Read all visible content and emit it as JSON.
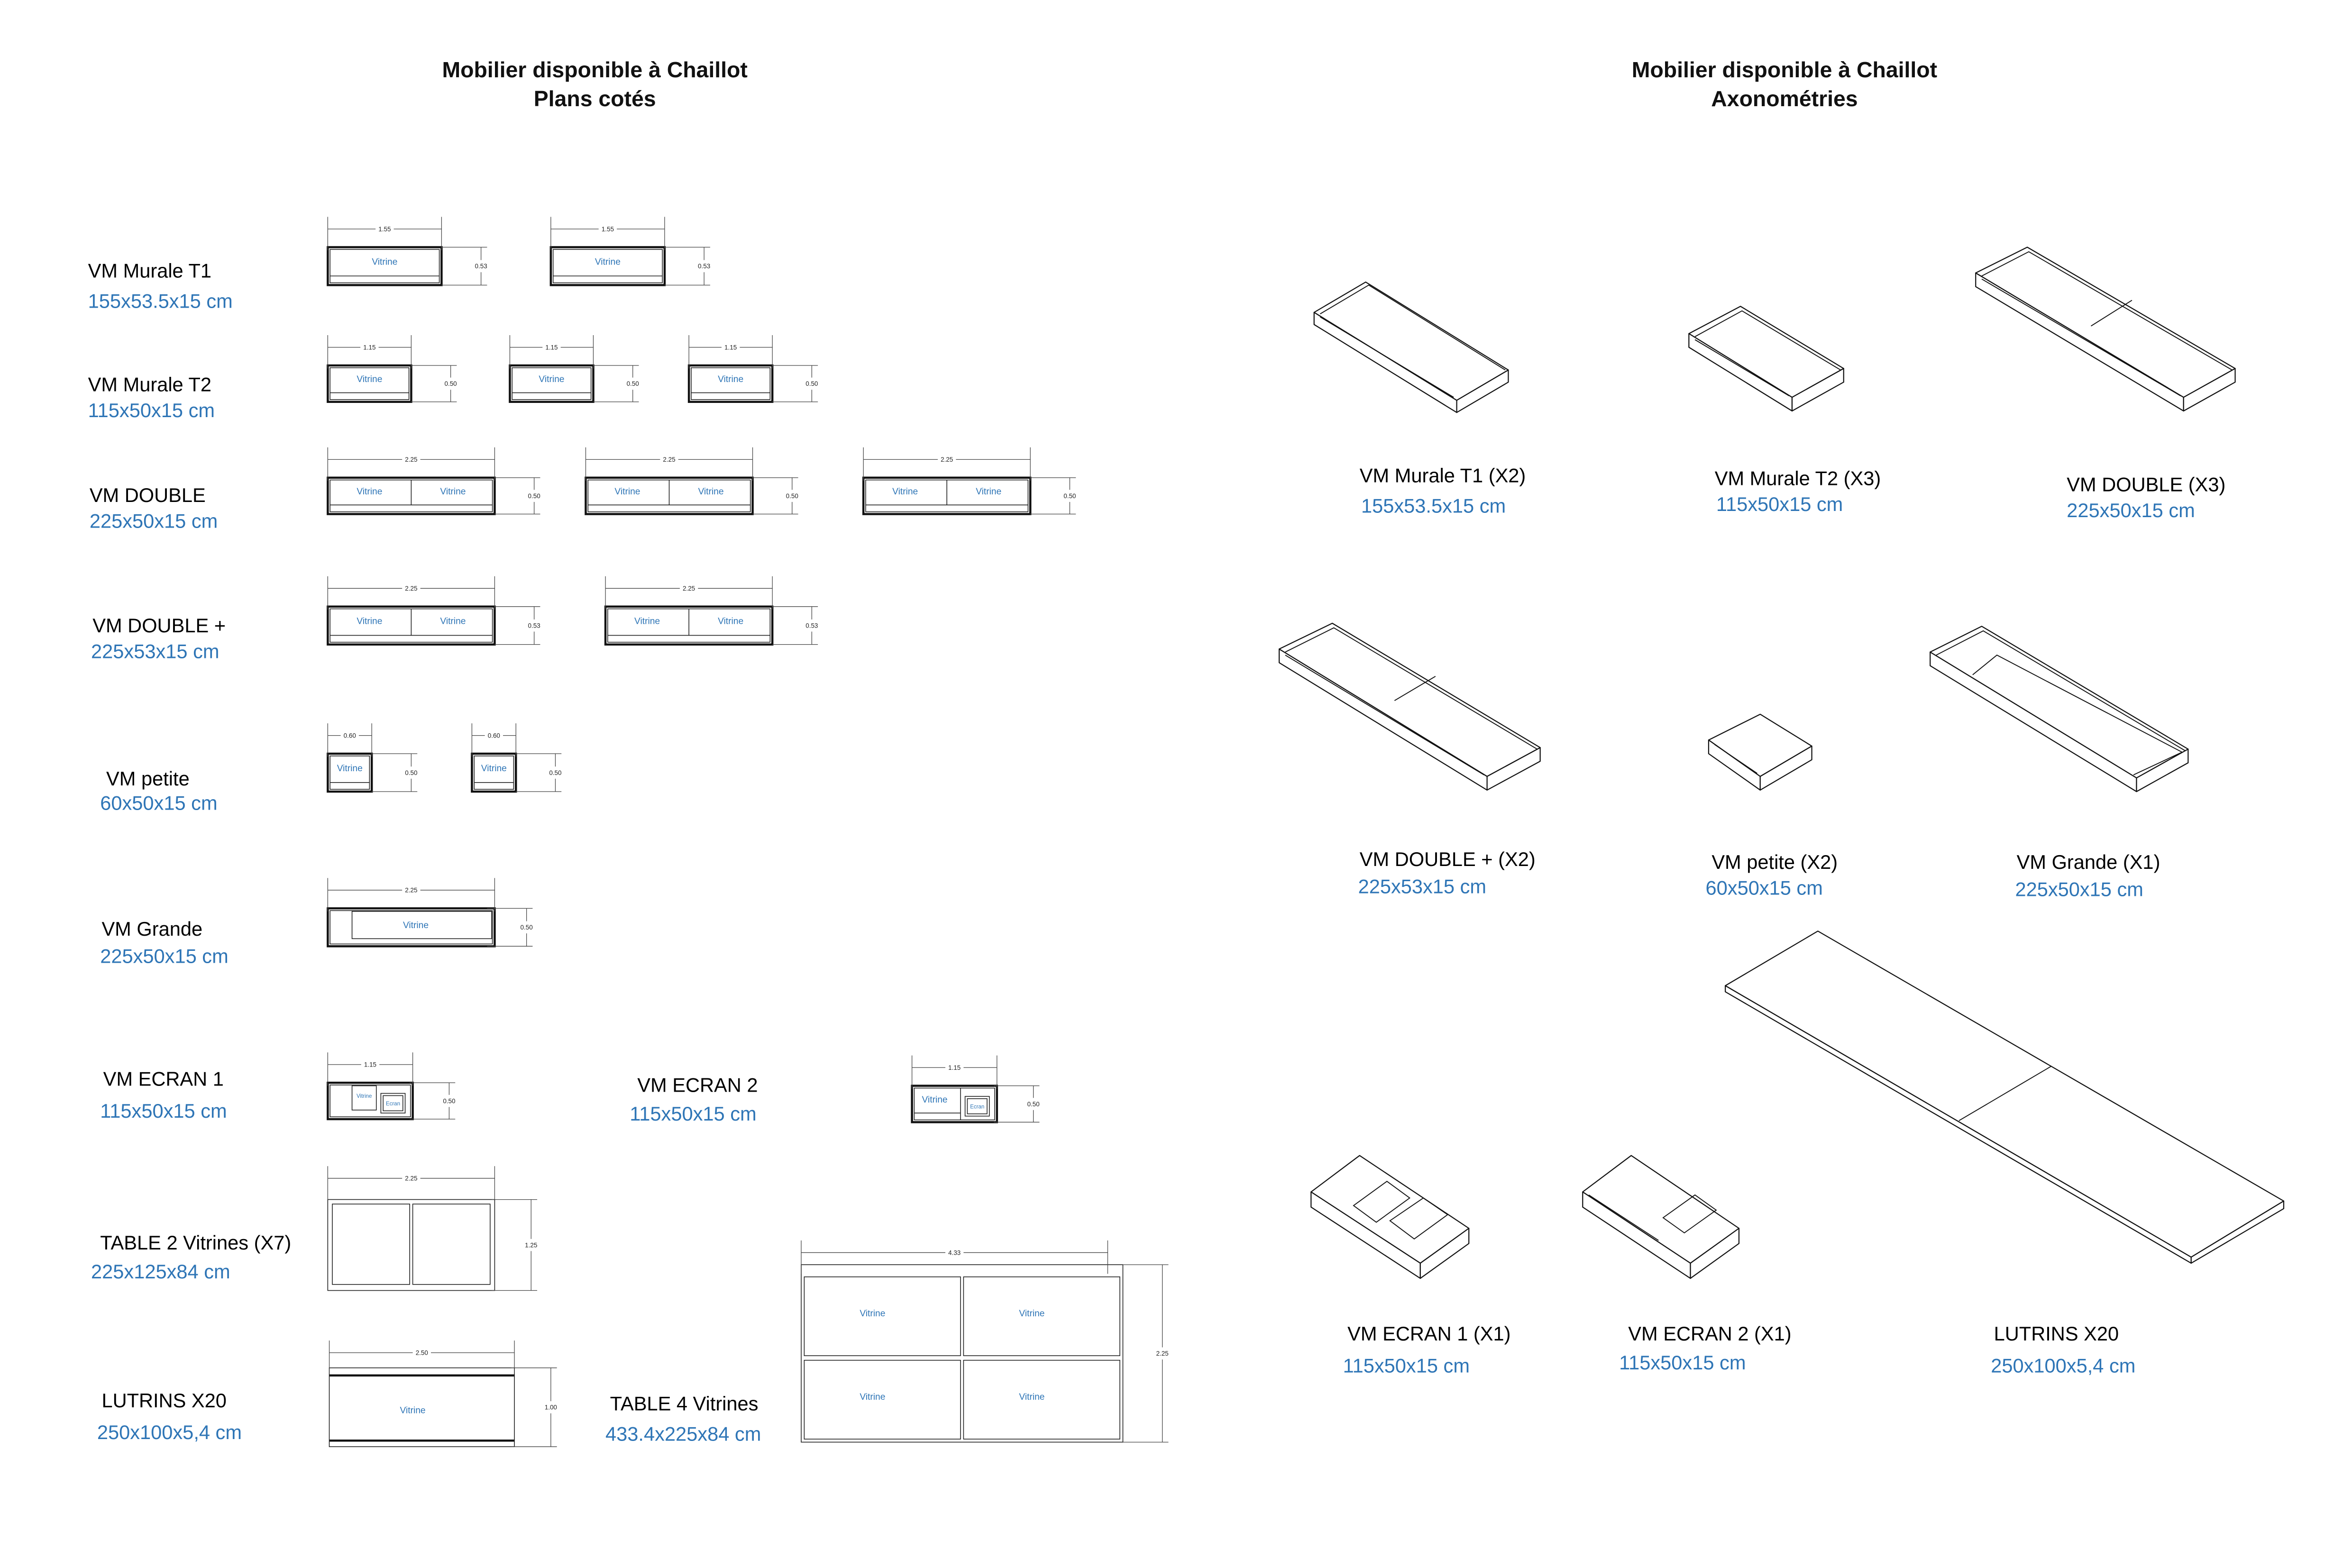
{
  "colors": {
    "accent_blue": "#2e75b6",
    "ink": "#111111",
    "background": "#ffffff"
  },
  "left_panel": {
    "title_line1": "Mobilier disponible à Chaillot",
    "title_line2": "Plans cotés",
    "vitrine_label": "Vitrine",
    "ecran_label": "Ecran",
    "items": [
      {
        "name": "VM Murale T1",
        "dims": "155x53.5x15 cm",
        "count_drawn": 2,
        "width_cote": "1.55",
        "depth_cote": "0.53"
      },
      {
        "name": "VM Murale T2",
        "dims": "115x50x15 cm",
        "count_drawn": 3,
        "width_cote": "1.15",
        "depth_cote": "0.50"
      },
      {
        "name": "VM DOUBLE",
        "dims": "225x50x15 cm",
        "count_drawn": 3,
        "width_cote": "2.25",
        "depth_cote": "0.50"
      },
      {
        "name": "VM DOUBLE +",
        "dims": "225x53x15 cm",
        "count_drawn": 2,
        "width_cote": "2.25",
        "depth_cote": "0.53"
      },
      {
        "name": "VM petite",
        "dims": "60x50x15 cm",
        "count_drawn": 2,
        "width_cote": "0.60",
        "depth_cote": "0.50"
      },
      {
        "name": "VM Grande",
        "dims": "225x50x15 cm",
        "count_drawn": 1,
        "width_cote": "2.25",
        "depth_cote": "0.50"
      },
      {
        "name": "VM ECRAN 1",
        "dims": "115x50x15 cm",
        "count_drawn": 1,
        "width_cote": "1.15",
        "depth_cote": "0.50"
      },
      {
        "name": "VM ECRAN 2",
        "dims": "115x50x15 cm",
        "count_drawn": 1,
        "width_cote": "1.15",
        "depth_cote": "0.50"
      },
      {
        "name": "TABLE 2 Vitrines (X7)",
        "dims": "225x125x84 cm",
        "count_drawn": 1,
        "width_cote": "2.25",
        "depth_cote": "1.25"
      },
      {
        "name": "LUTRINS X20",
        "dims": "250x100x5,4 cm",
        "count_drawn": 1,
        "width_cote": "2.50",
        "depth_cote": "1.00"
      },
      {
        "name": "TABLE 4 Vitrines",
        "dims": "433.4x225x84 cm",
        "count_drawn": 1,
        "width_cote": "4.33",
        "depth_cote": "2.25"
      }
    ]
  },
  "right_panel": {
    "title_line1": "Mobilier disponible à Chaillot",
    "title_line2": "Axonométries",
    "items": [
      {
        "name": "VM Murale T1 (X2)",
        "dims": "155x53.5x15 cm"
      },
      {
        "name": "VM Murale T2 (X3)",
        "dims": "115x50x15 cm"
      },
      {
        "name": "VM DOUBLE (X3)",
        "dims": "225x50x15 cm"
      },
      {
        "name": "VM DOUBLE + (X2)",
        "dims": "225x53x15 cm"
      },
      {
        "name": "VM petite (X2)",
        "dims": "60x50x15 cm"
      },
      {
        "name": "VM Grande (X1)",
        "dims": "225x50x15 cm"
      },
      {
        "name": "VM ECRAN 1 (X1)",
        "dims": "115x50x15 cm"
      },
      {
        "name": "VM ECRAN 2 (X1)",
        "dims": "115x50x15 cm"
      },
      {
        "name": "LUTRINS X20",
        "dims": "250x100x5,4 cm"
      }
    ]
  }
}
